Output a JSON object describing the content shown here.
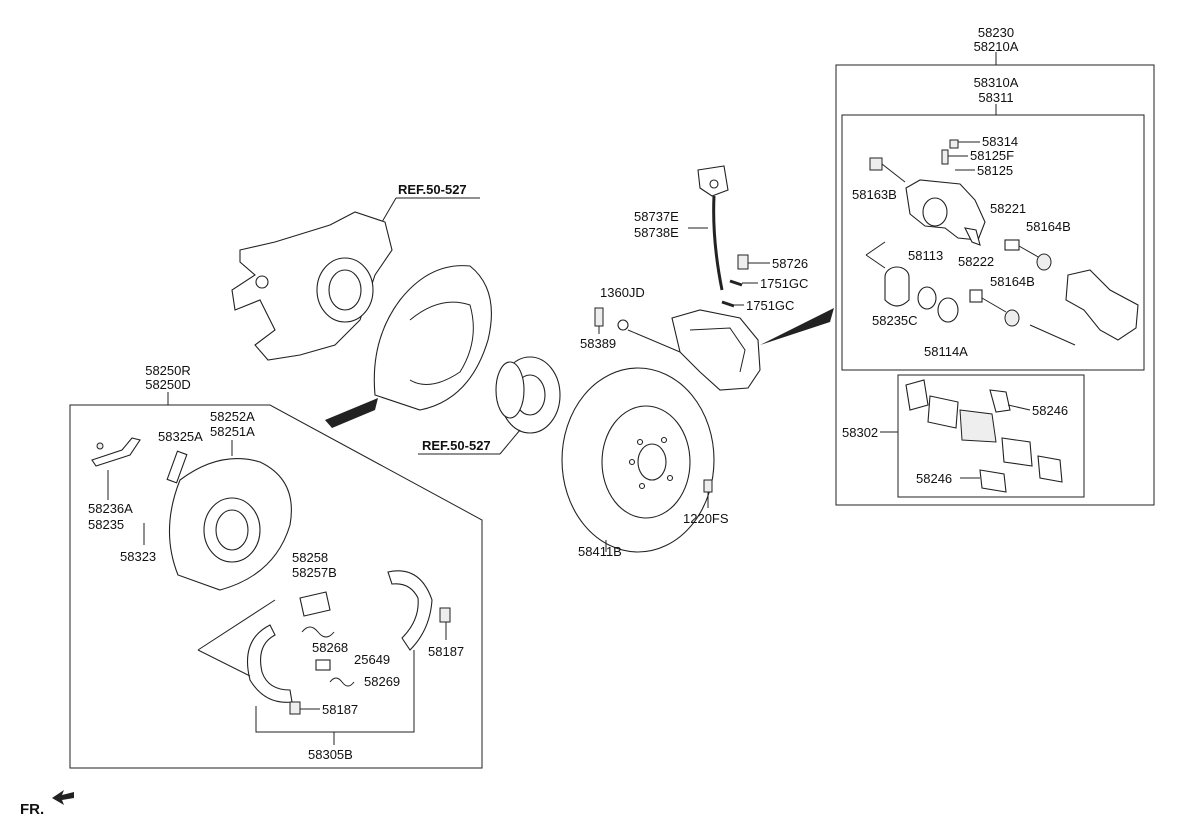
{
  "labels": {
    "l58230": "58230",
    "l58210A": "58210A",
    "l58310A": "58310A",
    "l58311": "58311",
    "l58314": "58314",
    "l58125F": "58125F",
    "l58125": "58125",
    "l58163B": "58163B",
    "l58221": "58221",
    "l58164B_a": "58164B",
    "l58113": "58113",
    "l58222": "58222",
    "l58164B_b": "58164B",
    "l58235C": "58235C",
    "l58114A": "58114A",
    "l58302": "58302",
    "l58246_a": "58246",
    "l58246_b": "58246",
    "l58737E": "58737E",
    "l58738E": "58738E",
    "l58726": "58726",
    "l1751GC_a": "1751GC",
    "l1751GC_b": "1751GC",
    "l1360JD": "1360JD",
    "l58389": "58389",
    "l1220FS": "1220FS",
    "l58411B": "58411B",
    "ref1": "REF.50-527",
    "ref2": "REF.50-527",
    "l58250R": "58250R",
    "l58250D": "58250D",
    "l58252A": "58252A",
    "l58251A": "58251A",
    "l58325A": "58325A",
    "l58236A": "58236A",
    "l58235": "58235",
    "l58323": "58323",
    "l58258": "58258",
    "l58257B": "58257B",
    "l58268": "58268",
    "l25649": "25649",
    "l58269": "58269",
    "l58187_a": "58187",
    "l58187_b": "58187",
    "l58305B": "58305B",
    "fr": "FR."
  }
}
